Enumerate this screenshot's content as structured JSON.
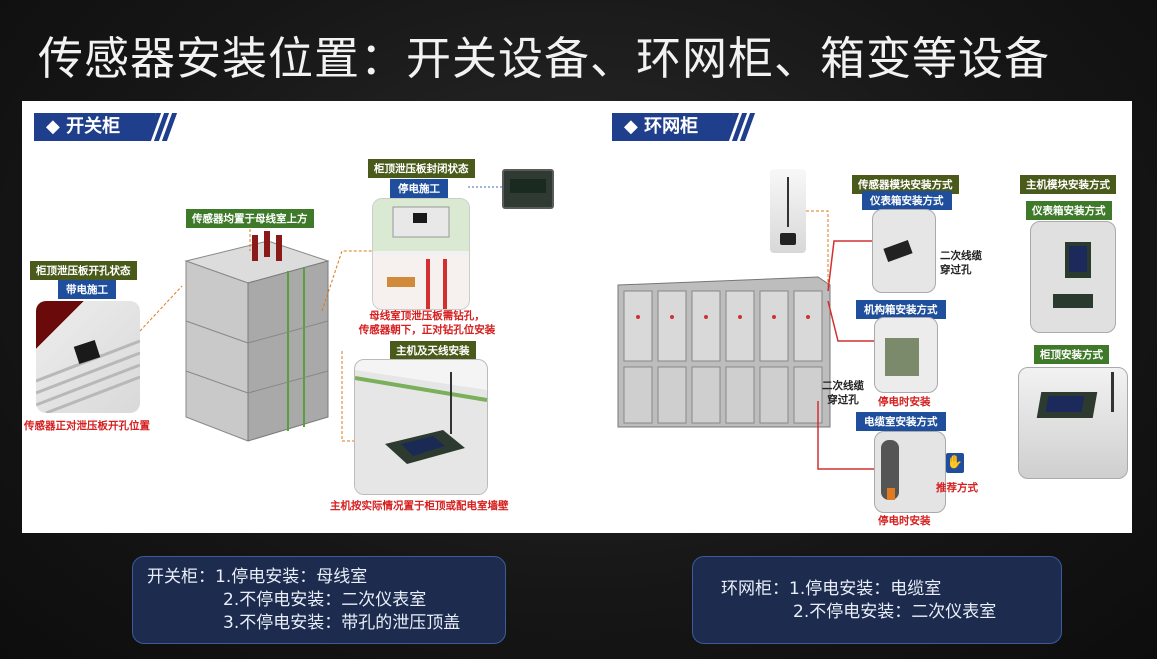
{
  "title": "传感器安装位置：开关设备、环网柜、箱变等设备",
  "switchgear": {
    "header": "开关柜",
    "roof_open_state": "柜顶泄压板开孔状态",
    "live_work": "带电施工",
    "sensor_opposite_hole": "传感器正对泄压板开孔位置",
    "sensors_above_busbar": "传感器均置于母线室上方",
    "roof_closed_state": "柜顶泄压板封闭状态",
    "outage_work": "停电施工",
    "busbar_note_1": "母线室顶泄压板需钻孔，",
    "busbar_note_2": "传感器朝下，正对钻孔位安装",
    "host_antenna": "主机及天线安装",
    "host_note": "主机按实际情况置于柜顶或配电室墙壁"
  },
  "ring_main": {
    "header": "环网柜",
    "sensor_module_install": "传感器模块安装方式",
    "meter_box_install": "仪表箱安装方式",
    "secondary_cable_hole_a_1": "二次线缆",
    "secondary_cable_hole_a_2": "穿过孔",
    "mechanism_box_install": "机构箱安装方式",
    "secondary_cable_hole_b_1": "二次线缆",
    "secondary_cable_hole_b_2": "穿过孔",
    "outage_install_1": "停电时安装",
    "cable_room_install": "电缆室安装方式",
    "recommended": "推荐方式",
    "outage_install_2": "停电时安装",
    "host_module_install": "主机模块安装方式",
    "host_meter_box_install": "仪表箱安装方式",
    "cabinet_top_install": "柜顶安装方式"
  },
  "summary_left": {
    "line1": "开关柜：1.停电安装：母线室",
    "line2": "2.不停电安装：二次仪表室",
    "line3": "3.不停电安装：带孔的泄压顶盖"
  },
  "summary_right": {
    "line1": "环网柜：1.停电安装：电缆室",
    "line2": "2.不停电安装：二次仪表室"
  },
  "colors": {
    "header_blue": "#1f3f8c",
    "label_olive": "#4a5a1a",
    "warning_red": "#d61f1f",
    "summary_bg": "#1c2b4e"
  }
}
